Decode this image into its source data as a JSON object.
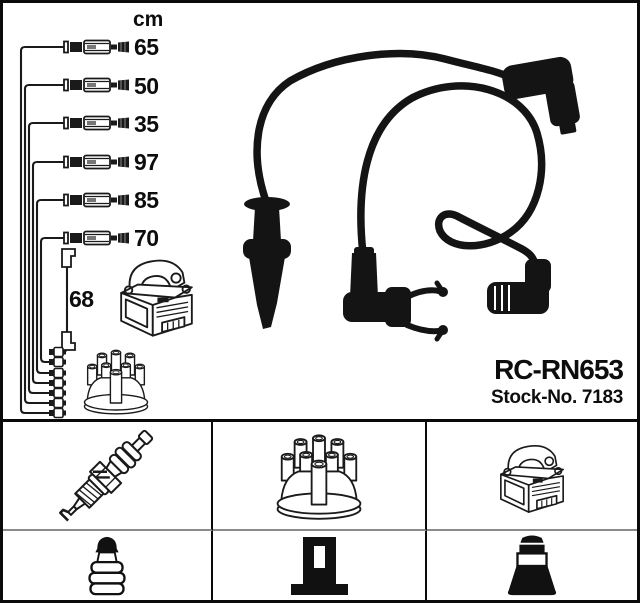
{
  "colors": {
    "background": "#ffffff",
    "line_art": "#1a1a1a",
    "border": "#0a0a0a",
    "row_divider": "#8a8a8a",
    "photo_black": "#141414"
  },
  "product": {
    "code": "RC-RN653",
    "stock_label": "Stock-No.",
    "stock_number": "7183"
  },
  "schematic": {
    "unit_label": "cm",
    "cable_lengths": [
      "65",
      "50",
      "35",
      "97",
      "85",
      "70"
    ],
    "coil_wire_length": "68",
    "icons": [
      "ignition-coil-icon",
      "distributor-cap-icon",
      "terminal-stack-icons"
    ]
  },
  "photo": {
    "icons": [
      "straight-plug-boot",
      "angled-plug-connector",
      "coiled-ignition-lead",
      "clip-elbow-connector",
      "elbow-socket-connector"
    ]
  },
  "legend_grid": {
    "row1": [
      {
        "icon": "spark-plug-icon"
      },
      {
        "icon": "distributor-cap-icon"
      },
      {
        "icon": "ignition-coil-icon"
      }
    ],
    "row2": [
      {
        "icon": "terminal-nut-connector-icon"
      },
      {
        "icon": "din-socket-connector-icon"
      },
      {
        "icon": "cone-boot-connector-icon"
      }
    ]
  }
}
